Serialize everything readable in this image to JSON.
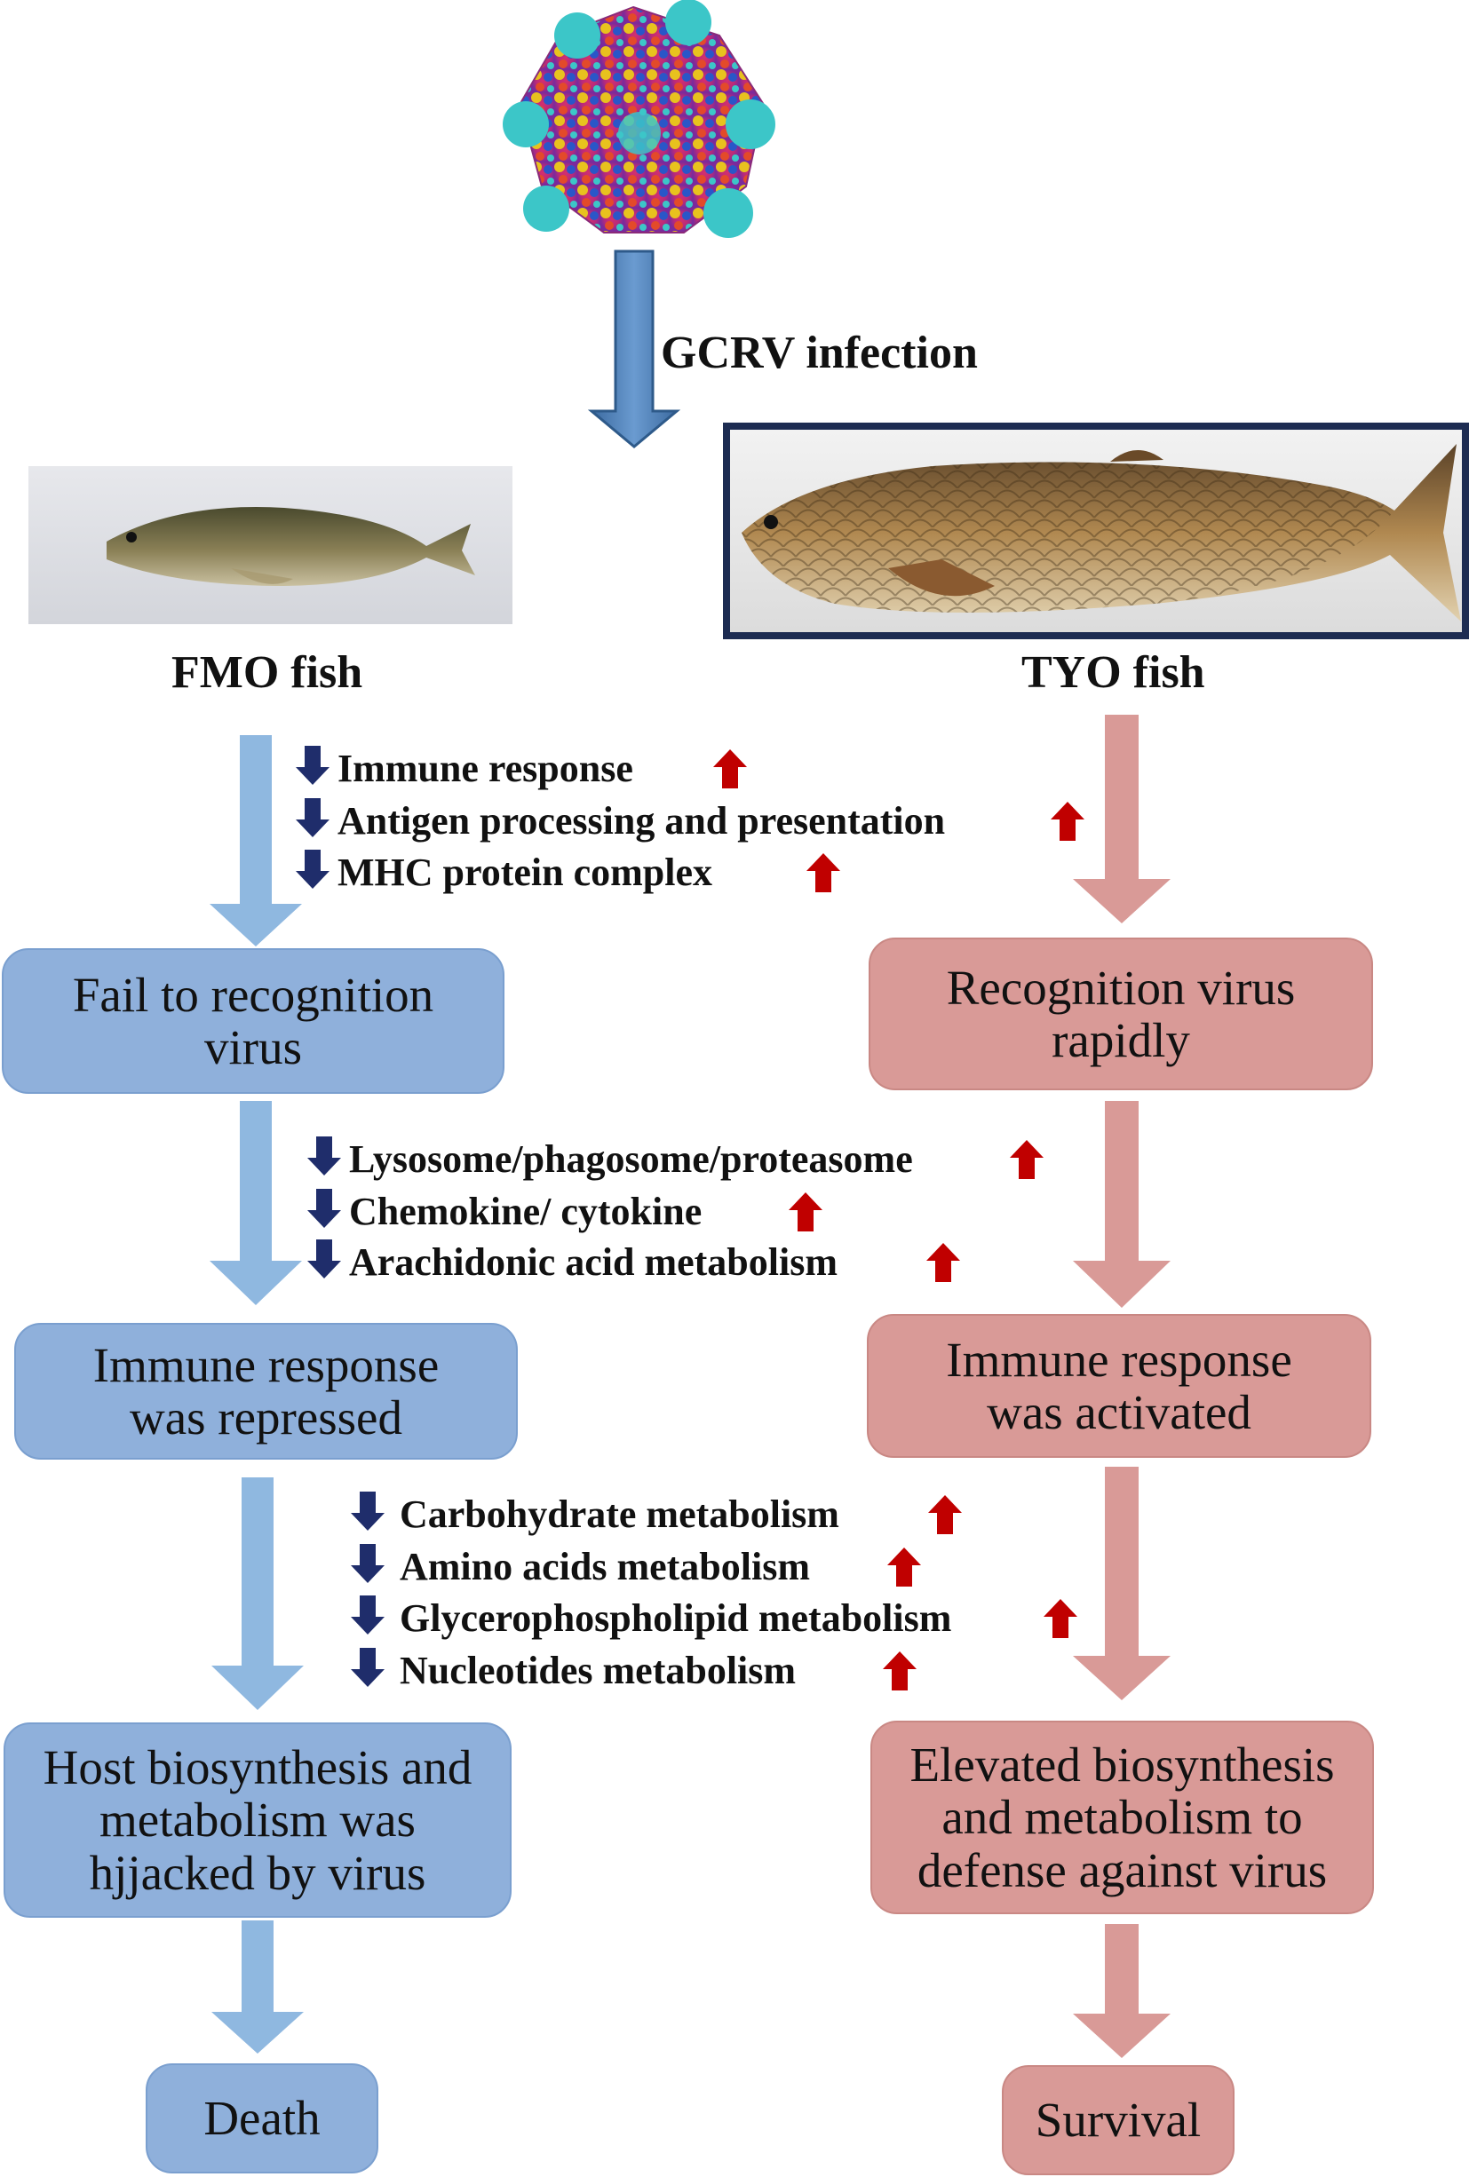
{
  "infection_label": "GCRV infection",
  "fish": {
    "fmo_label": "FMO fish",
    "tyo_label": "TYO fish"
  },
  "left_boxes": [
    "Fail to recognition virus",
    "Immune response was repressed",
    "Host biosynthesis and metabolism was hjjacked by virus",
    "Death"
  ],
  "right_boxes": [
    "Recognition virus rapidly",
    "Immune response was activated",
    "Elevated biosynthesis and metabolism to defense against virus",
    "Survival"
  ],
  "pathway_groups": [
    [
      "Immune response",
      "Antigen processing and presentation",
      "MHC protein complex"
    ],
    [
      "Lysosome/phagosome/proteasome",
      "Chemokine/ cytokine",
      "Arachidonic acid metabolism"
    ],
    [
      "Carbohydrate metabolism",
      "Amino acids metabolism",
      "Glycerophospholipid metabolism",
      "Nucleotides metabolism"
    ]
  ],
  "colors": {
    "fmo_box": "#8fb0db",
    "tyo_box": "#d99a97",
    "down_arrow": "#1f2d6b",
    "up_arrow": "#c00000",
    "infection_arrow": "#4f7fb3"
  }
}
